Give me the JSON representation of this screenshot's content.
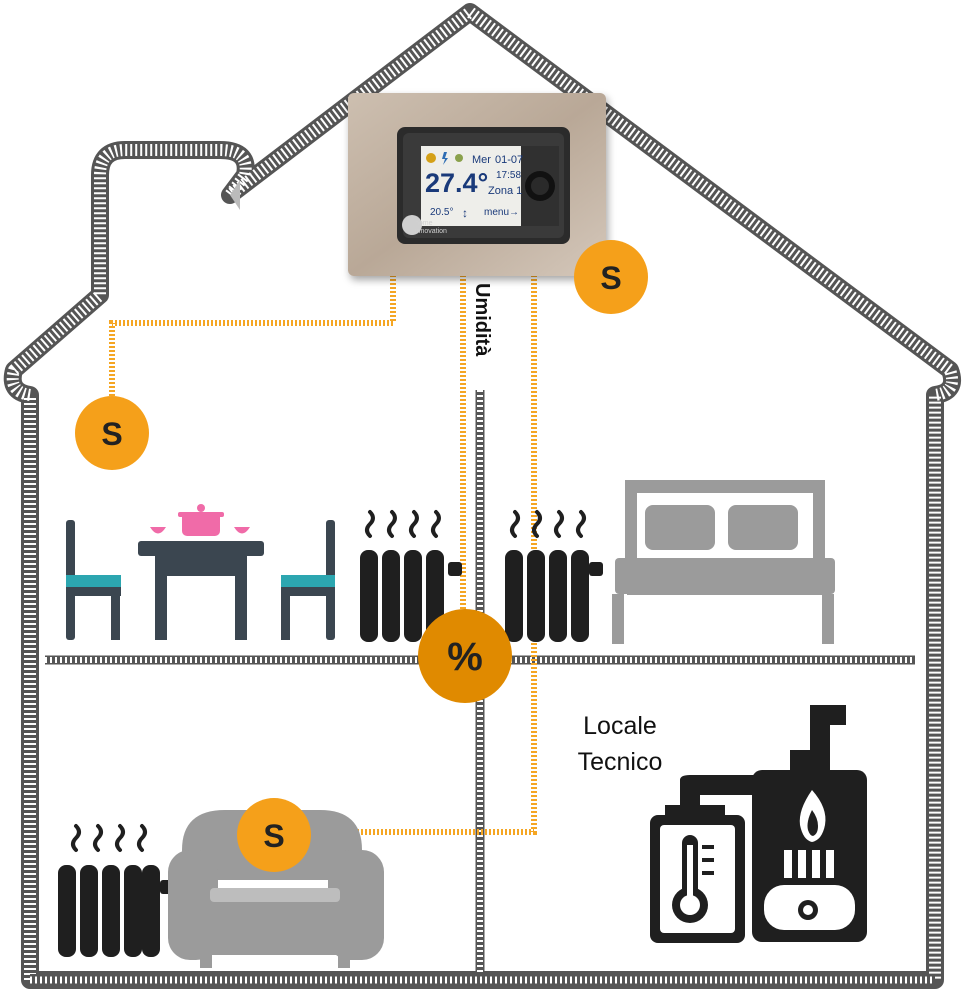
{
  "thermostat": {
    "day": "Mer",
    "date": "01-07",
    "temperature": "27.4°",
    "time": "17:58",
    "zone": "Zona 1",
    "setpoint": "20.5°",
    "menu": "menu→",
    "brand_line1": "home",
    "brand_line2": "innovation"
  },
  "labels": {
    "humidity": "Umidità",
    "technical_room_line1": "Locale",
    "technical_room_line2": "Tecnico"
  },
  "sensors": {
    "symbol": "S",
    "humidity_symbol": "%"
  },
  "colors": {
    "sensor": "#F5A01A",
    "humidity_sensor": "#E08A00",
    "wire": "#F5A623",
    "dark": "#222222",
    "gray": "#9B9B9B",
    "chair_seat": "#2CA6B0",
    "pot": "#F06BA8"
  }
}
